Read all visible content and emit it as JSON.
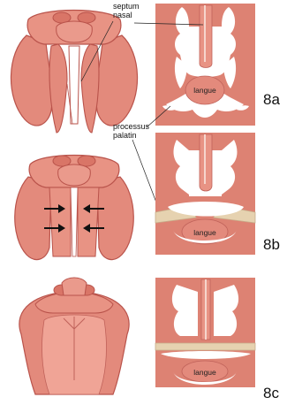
{
  "labels": {
    "septum_nasal_line1": "septum",
    "septum_nasal_line2": "nasal",
    "processus_palatin_line1": "processus",
    "processus_palatin_line2": "palatin",
    "langue": "langue"
  },
  "figures": [
    {
      "id": "8a",
      "label": "8a"
    },
    {
      "id": "8b",
      "label": "8b"
    },
    {
      "id": "8c",
      "label": "8c"
    }
  ],
  "colors": {
    "flesh": "#e38a7c",
    "flesh_dark": "#b9534b",
    "flesh_light": "#f3b3a5",
    "panel_bg": "#dd8273",
    "bone": "#e6d2b0",
    "cavity": "#ffffff"
  }
}
